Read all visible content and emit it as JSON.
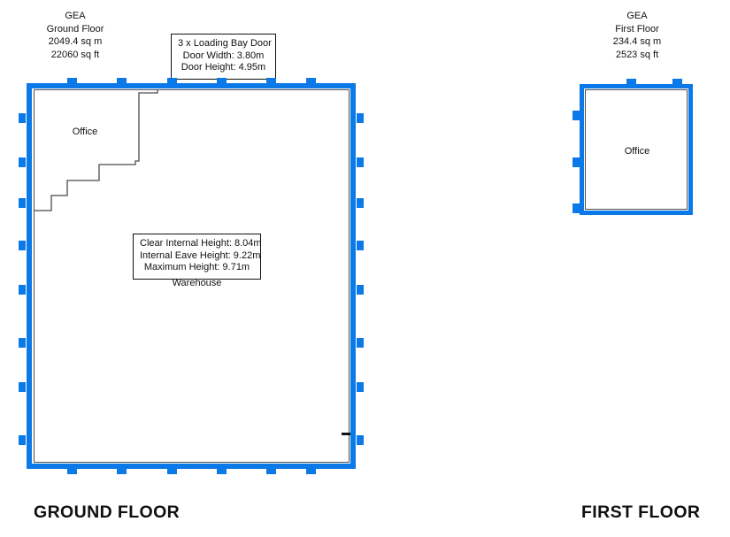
{
  "ground_floor": {
    "gea": {
      "title": "GEA",
      "floor": "Ground Floor",
      "area_sqm": "2049.4 sq m",
      "area_sqft": "22060 sq ft"
    },
    "caption": "GROUND FLOOR",
    "labels": {
      "office": "Office",
      "warehouse": "Warehouse"
    },
    "callout_door": {
      "line1": "3 x Loading Bay Door",
      "line2": "Door Width: 3.80m",
      "line3": "Door Height: 4.95m"
    },
    "callout_height": {
      "line1": "Clear Internal Height: 8.04m",
      "line2": "Internal Eave Height: 9.22m",
      "line3": "Maximum Height: 9.71m"
    },
    "markers": {
      "top": [
        76,
        132,
        189,
        245,
        301,
        346
      ],
      "bottom": [
        76,
        132,
        189,
        245,
        301,
        346
      ],
      "left": [
        128,
        178,
        224,
        272,
        322,
        382,
        432,
        492
      ],
      "right": [
        128,
        178,
        224,
        272,
        322,
        382,
        432,
        492
      ]
    }
  },
  "first_floor": {
    "gea": {
      "title": "GEA",
      "floor": "First Floor",
      "area_sqm": "234.4 sq m",
      "area_sqft": "2523 sq ft"
    },
    "caption": "FIRST FLOOR",
    "labels": {
      "office": "Office"
    },
    "markers": {
      "top": [
        708,
        760
      ],
      "left": [
        125,
        178,
        230
      ]
    }
  },
  "colors": {
    "wall_blue": "#0b7ae8",
    "inner_wall_grey": "#4c4c4c",
    "text": "#111111",
    "background": "#ffffff"
  }
}
